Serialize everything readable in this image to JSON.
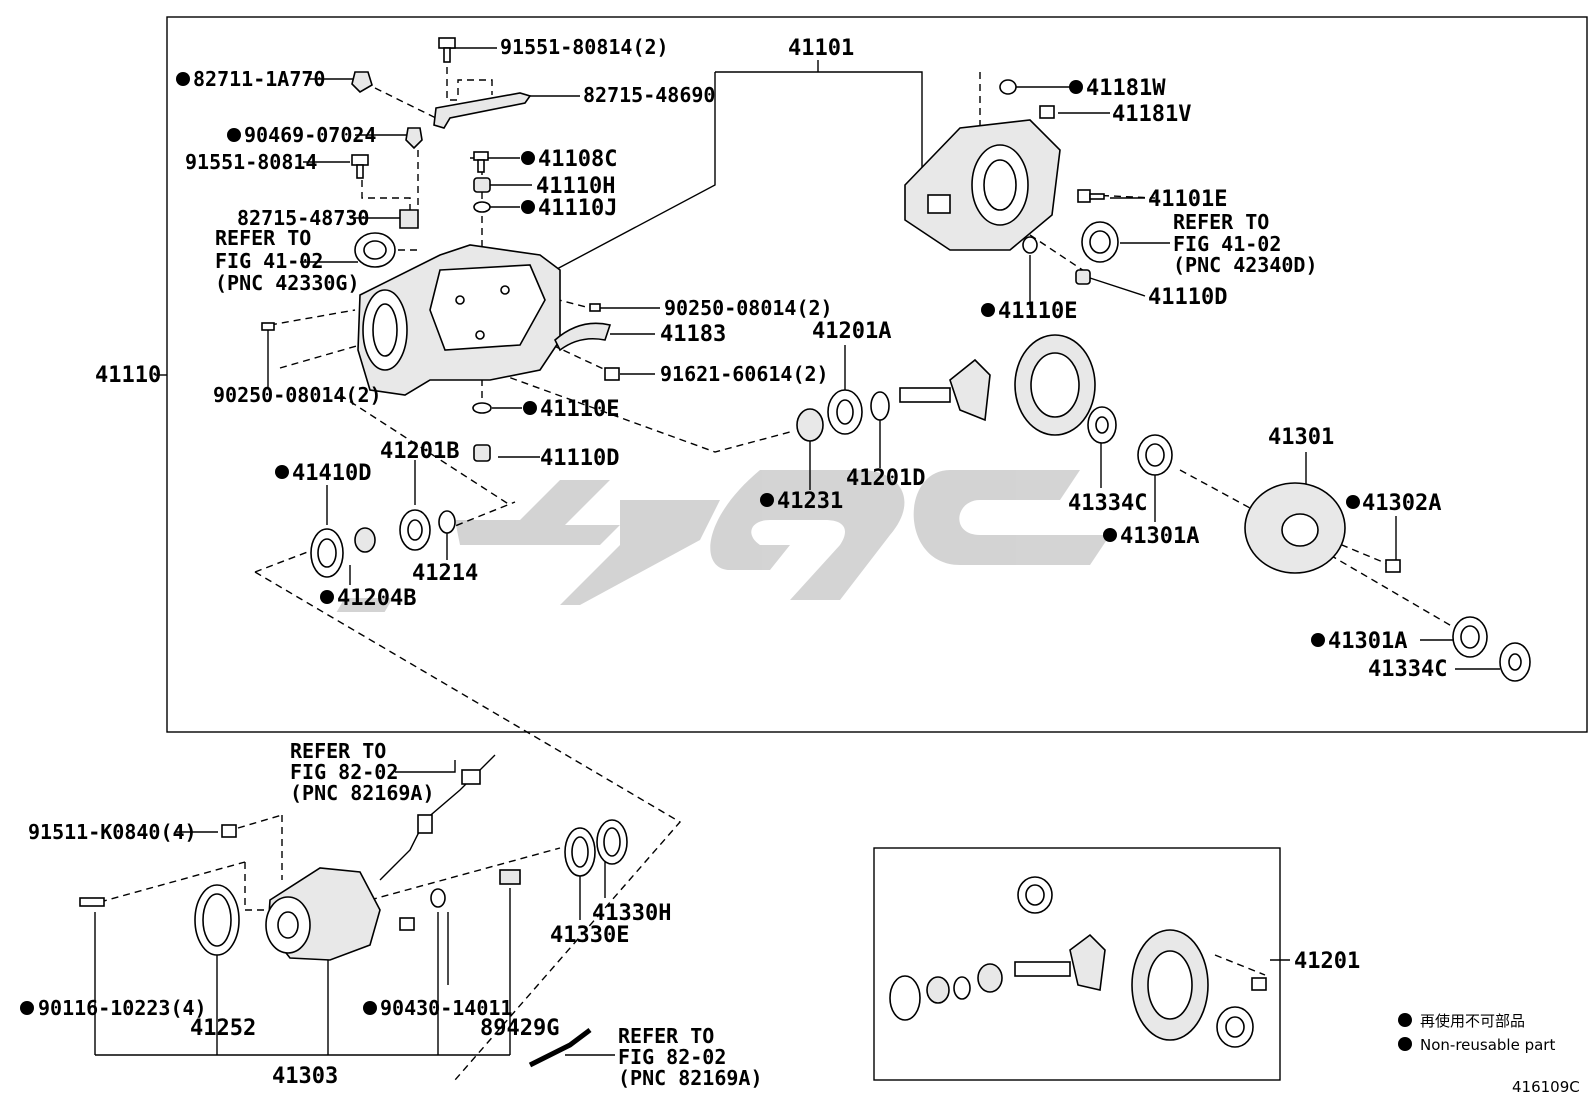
{
  "labels": {
    "p41101": "41101",
    "p41110": "41110",
    "p91551_2": "91551-80814(2)",
    "p82711": "82711-1A770",
    "p82715_48690": "82715-48690",
    "p90469": "90469-07024",
    "p91551": "91551-80814",
    "p82715_48730": "82715-48730",
    "refer1a": "REFER TO",
    "refer1b": "FIG 41-02",
    "refer1c": "(PNC 42330G)",
    "p41108C": "41108C",
    "p41110H": "41110H",
    "p41110J": "41110J",
    "p90250_r": "90250-08014(2)",
    "p41183": "41183",
    "p91621": "91621-60614(2)",
    "p90250_l": "90250-08014(2)",
    "p41110E_b": "41110E",
    "p41110D_b": "41110D",
    "p41181W": "41181W",
    "p41181V": "41181V",
    "p41101E": "41101E",
    "refer2a": "REFER TO",
    "refer2b": "FIG 41-02",
    "refer2c": "(PNC 42340D)",
    "p41110D": "41110D",
    "p41110E": "41110E",
    "p41201A": "41201A",
    "p41201B": "41201B",
    "p41410D": "41410D",
    "p41204B": "41204B",
    "p41214": "41214",
    "p41231": "41231",
    "p41201D": "41201D",
    "p41334C_a": "41334C",
    "p41301A_a": "41301A",
    "p41301": "41301",
    "p41302A": "41302A",
    "p41301A_b": "41301A",
    "p41334C_b": "41334C",
    "refer3a": "REFER TO",
    "refer3b": "FIG 82-02",
    "refer3c": "(PNC 82169A)",
    "p91511": "91511-K0840(4)",
    "p90116": "90116-10223(4)",
    "p41252": "41252",
    "p41303": "41303",
    "p90430": "90430-14011",
    "p89429G": "89429G",
    "p41330H": "41330H",
    "p41330E": "41330E",
    "refer4a": "REFER TO",
    "refer4b": "FIG 82-02",
    "refer4c": "(PNC 82169A)",
    "p41201": "41201"
  },
  "legend": {
    "cn": "再使用不可部品",
    "en": "Non-reusable part"
  },
  "figure_code": "416109C"
}
